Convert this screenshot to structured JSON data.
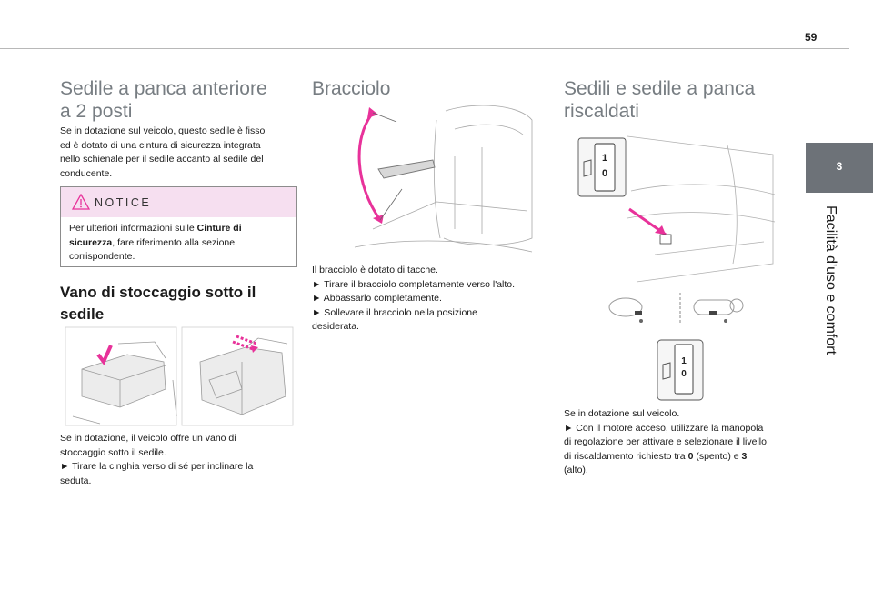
{
  "page": {
    "number": "59"
  },
  "side": {
    "tab_number": "3",
    "chapter_title": "Facilità d'uso e comfort"
  },
  "colors": {
    "heading_gray": "#777d82",
    "accent_magenta": "#e8329a",
    "notice_bg": "#f6dff0",
    "tab_gray": "#6d7278"
  },
  "col1": {
    "title_line1": "Sedile a panca anteriore",
    "title_line2": "a 2 posti",
    "body": [
      "Se in dotazione sul veicolo, questo sedile è fisso",
      "ed è dotato di una cintura di sicurezza integrata",
      "nello schienale per il sedile accanto al sedile del",
      "conducente."
    ],
    "notice": {
      "title": "NOTICE",
      "icon": "warning-triangle-icon",
      "line1_pre": "Per ulteriori informazioni sulle ",
      "line1_bold": "Cinture di",
      "line2_bold": "sicurezza",
      "line2_post": ", fare riferimento alla sezione",
      "line3": "corrispondente."
    },
    "subtitle_line1": "Vano di stoccaggio sotto il",
    "subtitle_line2": "sedile",
    "storage_text": [
      "Se in dotazione, il veicolo offre un vano di",
      "stoccaggio sotto il sedile.",
      "► Tirare la cinghia verso di sé per inclinare la",
      "seduta."
    ]
  },
  "col2": {
    "title": "Bracciolo",
    "text": [
      "Il bracciolo è dotato di tacche.",
      "► Tirare il bracciolo completamente verso l'alto.",
      "► Abbassarlo completamente.",
      "► Sollevare il bracciolo nella posizione",
      "desiderata."
    ]
  },
  "col3": {
    "title_line1": "Sedili e sedile a panca",
    "title_line2": "riscaldati",
    "dial_labels": {
      "high": "1",
      "off": "0"
    },
    "text_line1": "Se in dotazione sul veicolo.",
    "text_line2": "► Con il motore acceso, utilizzare la manopola",
    "text_line3": "di regolazione per attivare e selezionare il livello",
    "text_line4_pre": "di riscaldamento richiesto tra ",
    "text_line4_b1": "0",
    "text_line4_mid": " (spento) e ",
    "text_line4_b2": "3",
    "text_line5": "(alto)."
  }
}
